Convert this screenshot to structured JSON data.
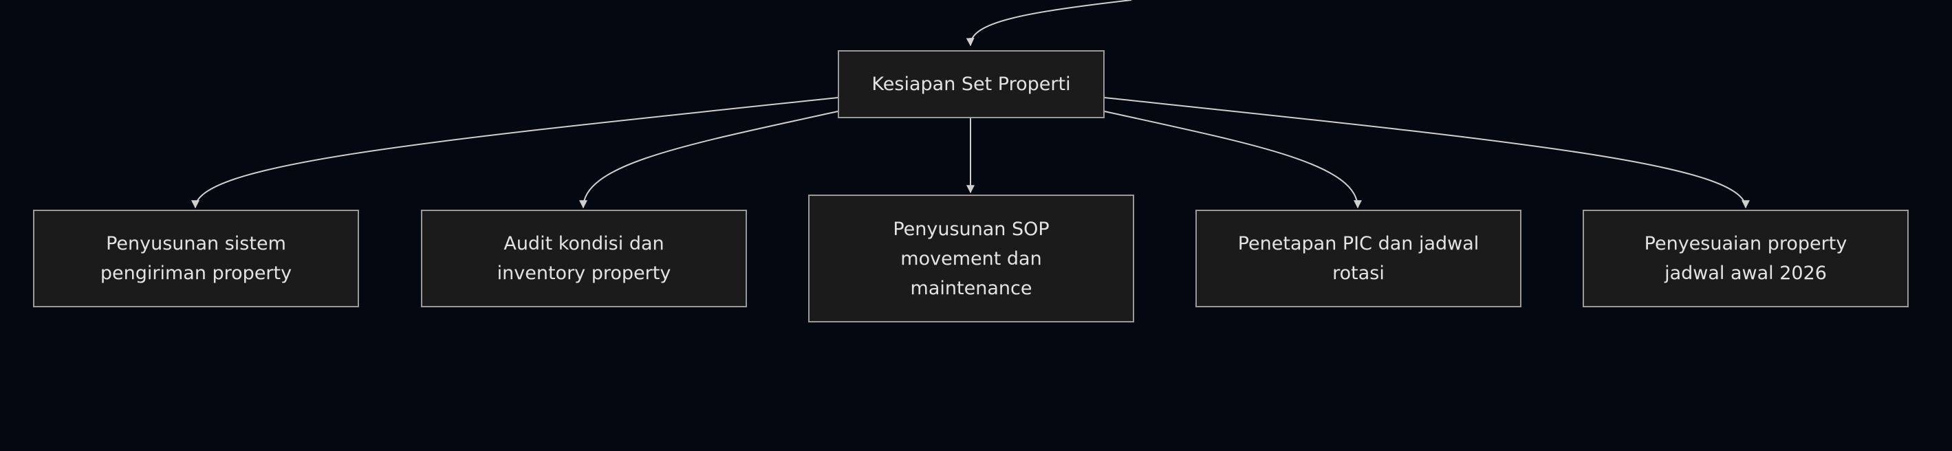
{
  "diagram": {
    "colors": {
      "background": "#040811",
      "node_fill": "#1b1b1b",
      "node_border": "#9a9a9a",
      "edge": "#cfcfcf",
      "text": "#e3e3e3"
    },
    "root": {
      "label": "Kesiapan Set Properti"
    },
    "children": [
      {
        "label": "Penyusunan sistem\npengiriman property"
      },
      {
        "label": "Audit kondisi dan\ninventory property"
      },
      {
        "label": "Penyusunan SOP\nmovement dan\nmaintenance"
      },
      {
        "label": "Penetapan PIC dan jadwal\nrotasi"
      },
      {
        "label": "Penyesuaian property\njadwal awal 2026"
      }
    ]
  }
}
